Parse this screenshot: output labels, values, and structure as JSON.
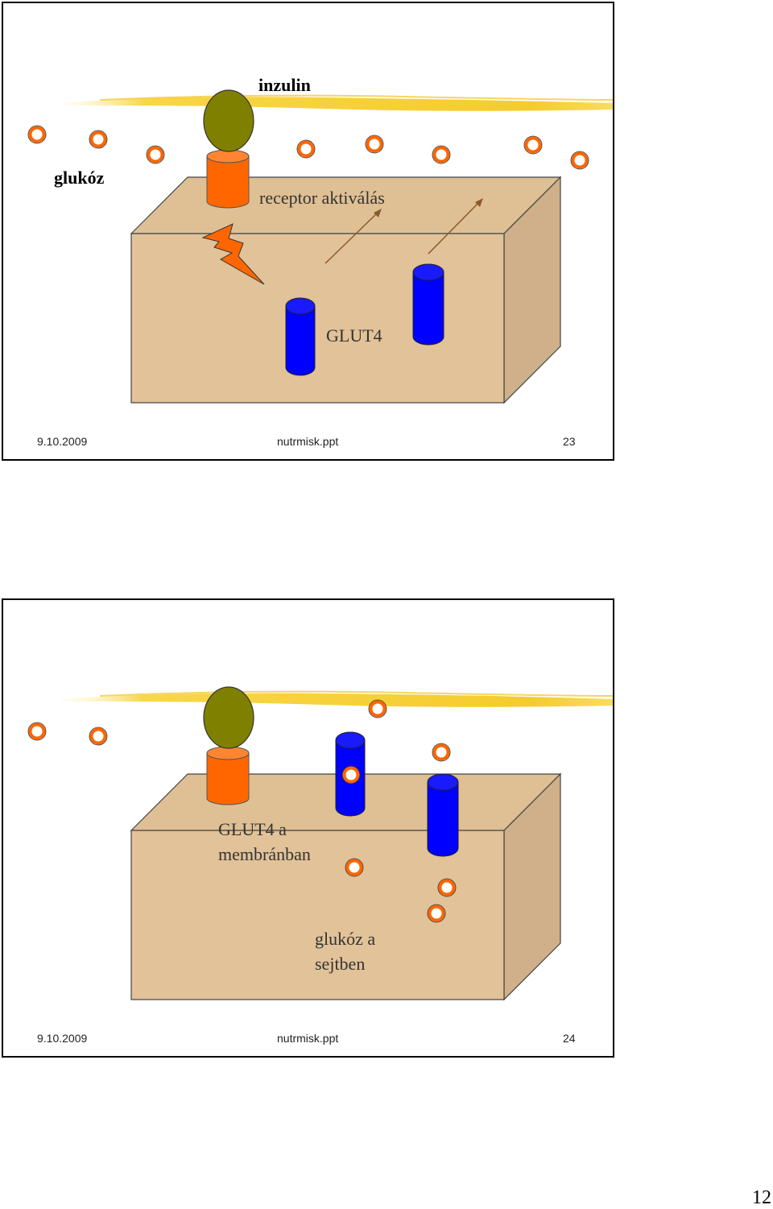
{
  "slides": [
    {
      "labels": {
        "insulin": "inzulin",
        "glucose": "glukóz",
        "receptor": "receptor aktiválás",
        "glut4": "GLUT4"
      },
      "footer": {
        "date": "9.10.2009",
        "file": "nutrmisk.ppt",
        "number": "23"
      }
    },
    {
      "labels": {
        "glut4_line1": "GLUT4 a",
        "glut4_line2": "membránban",
        "glucose_line1": "glukóz a",
        "glucose_line2": "sejtben"
      },
      "footer": {
        "date": "9.10.2009",
        "file": "nutrmisk.ppt",
        "number": "24"
      }
    }
  ],
  "page_number": "12",
  "colors": {
    "cell_front": "#E2C298",
    "cell_top": "#DFC094",
    "cell_side": "#CFB08A",
    "receptor_cap": "#808000",
    "receptor_body": "#FF6600",
    "glut4": "#0000FF",
    "glucose_ring": "#FF6600",
    "arrow": "#8B5A2B",
    "insulin_streak": "#F7D13A"
  }
}
